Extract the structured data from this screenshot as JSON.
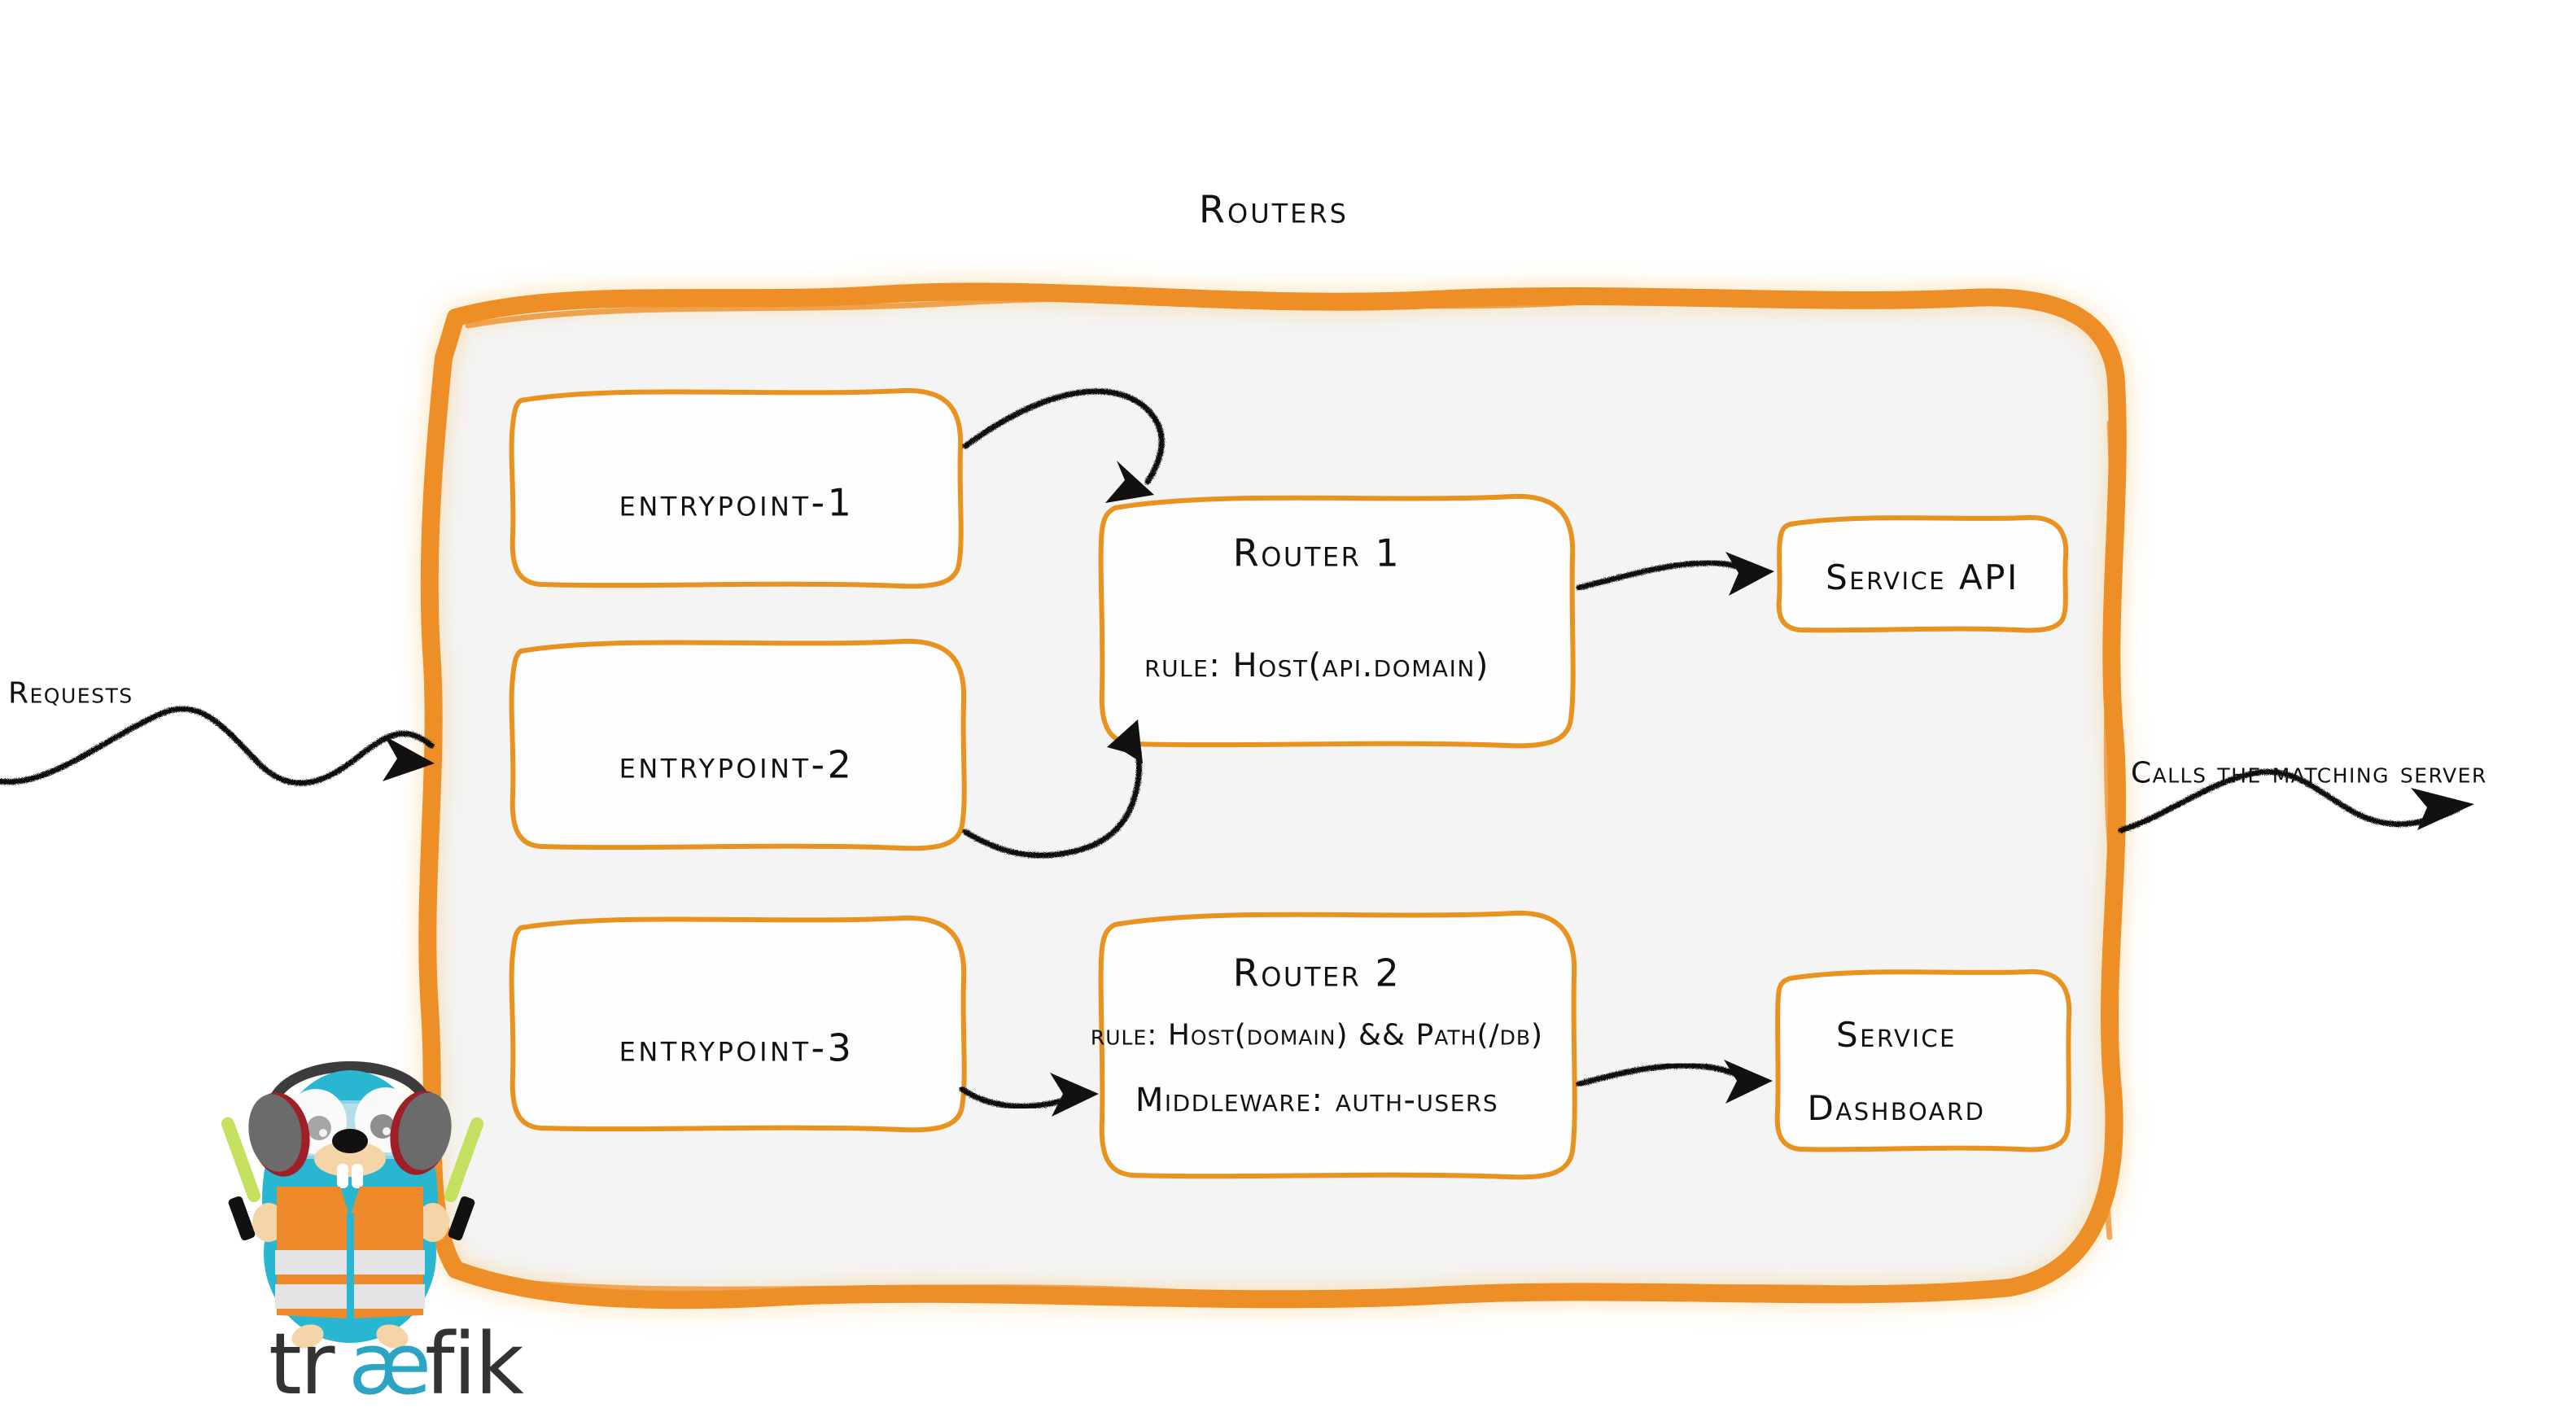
{
  "diagram": {
    "title": "Routers",
    "brand": "traefik",
    "logo_wordmark": {
      "part1": "tr",
      "part2": "æ",
      "part3": "fik"
    },
    "colors": {
      "accent_orange": "#EE8E28",
      "panel_fill": "#F4F4F4",
      "box_stroke": "#E8921F",
      "ink": "#111111",
      "gopher_body": "#29B6D1",
      "gopher_vest": "#EE8A2B",
      "gopher_muzzle": "#F5D5A8",
      "gopher_stripe": "#E4E4E4",
      "headphone_gray": "#6B6B6B",
      "headphone_red": "#9E1F25",
      "glowstick_green": "#C3E15F",
      "wordmark_dark": "#333333",
      "wordmark_cyan": "#2EA4C4"
    },
    "left_label": "Requests",
    "right_label": "Calls the matching server",
    "entrypoints": [
      {
        "label": "entrypoint-1"
      },
      {
        "label": "entrypoint-2"
      },
      {
        "label": "entrypoint-3"
      }
    ],
    "routers": [
      {
        "name": "Router 1",
        "lines": [
          "rule: Host(api.domain)"
        ]
      },
      {
        "name": "Router 2",
        "lines": [
          "rule: Host(domain) && Path(/db)",
          "Middleware: auth-users"
        ]
      }
    ],
    "services": [
      {
        "line1": "Service API",
        "line2": ""
      },
      {
        "line1": "Service",
        "line2": "Dashboard"
      }
    ],
    "flows": [
      {
        "from": "entrypoint-1",
        "to": "Router 1"
      },
      {
        "from": "entrypoint-2",
        "to": "Router 1"
      },
      {
        "from": "entrypoint-3",
        "to": "Router 2"
      },
      {
        "from": "Router 1",
        "to": "Service API"
      },
      {
        "from": "Router 2",
        "to": "Service Dashboard"
      }
    ]
  }
}
